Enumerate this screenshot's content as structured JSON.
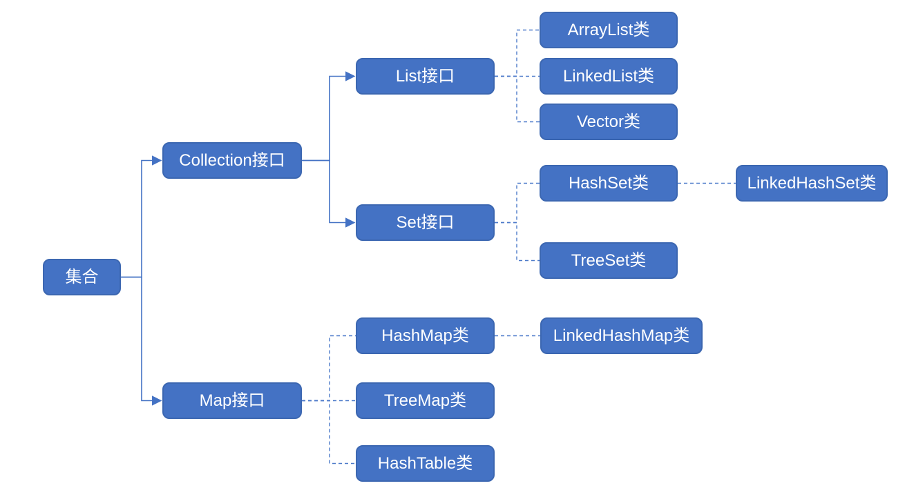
{
  "colors": {
    "background": "#ffffff",
    "node_fill": "#4472c4",
    "node_border": "#3c67b1",
    "node_text": "#ffffff",
    "connector_solid": "#4472c4",
    "connector_dashed": "#4d7ac9"
  },
  "nodes": {
    "root": {
      "label": "集合"
    },
    "collection_interface": {
      "label": "Collection接口"
    },
    "list_interface": {
      "label": "List接口"
    },
    "set_interface": {
      "label": "Set接口"
    },
    "map_interface": {
      "label": "Map接口"
    },
    "arraylist_class": {
      "label": "ArrayList类"
    },
    "linkedlist_class": {
      "label": "LinkedList类"
    },
    "vector_class": {
      "label": "Vector类"
    },
    "hashset_class": {
      "label": "HashSet类"
    },
    "linkedhashset_class": {
      "label": "LinkedHashSet类"
    },
    "treeset_class": {
      "label": "TreeSet类"
    },
    "hashmap_class": {
      "label": "HashMap类"
    },
    "linkedhashmap_class": {
      "label": "LinkedHashMap类"
    },
    "treemap_class": {
      "label": "TreeMap类"
    },
    "hashtable_class": {
      "label": "HashTable类"
    }
  },
  "edges": [
    {
      "from": "root",
      "to": "collection_interface",
      "line": "solid-arrow"
    },
    {
      "from": "root",
      "to": "map_interface",
      "line": "solid-arrow"
    },
    {
      "from": "collection_interface",
      "to": "list_interface",
      "line": "solid-arrow"
    },
    {
      "from": "collection_interface",
      "to": "set_interface",
      "line": "solid-arrow"
    },
    {
      "from": "list_interface",
      "to": "arraylist_class",
      "line": "dashed"
    },
    {
      "from": "list_interface",
      "to": "linkedlist_class",
      "line": "dashed"
    },
    {
      "from": "list_interface",
      "to": "vector_class",
      "line": "dashed"
    },
    {
      "from": "set_interface",
      "to": "hashset_class",
      "line": "dashed"
    },
    {
      "from": "set_interface",
      "to": "treeset_class",
      "line": "dashed"
    },
    {
      "from": "hashset_class",
      "to": "linkedhashset_class",
      "line": "dashed"
    },
    {
      "from": "map_interface",
      "to": "hashmap_class",
      "line": "dashed"
    },
    {
      "from": "map_interface",
      "to": "treemap_class",
      "line": "dashed"
    },
    {
      "from": "map_interface",
      "to": "hashtable_class",
      "line": "dashed"
    },
    {
      "from": "hashmap_class",
      "to": "linkedhashmap_class",
      "line": "dashed"
    }
  ]
}
